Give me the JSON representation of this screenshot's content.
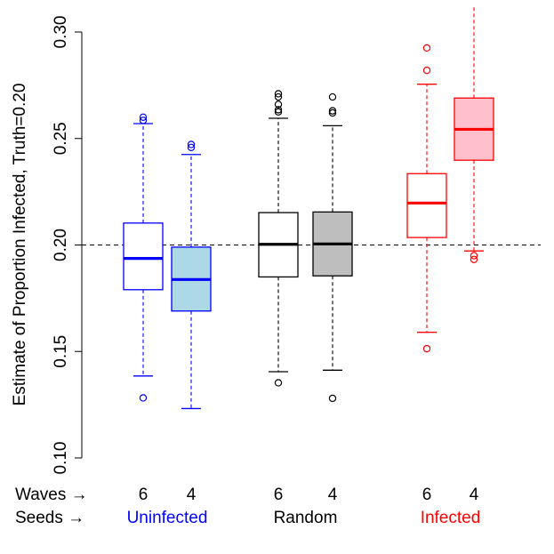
{
  "chart_data": {
    "type": "boxplot",
    "ylabel": "Estimate of Proportion Infected, Truth=0.20",
    "ylim": [
      0.1,
      0.3
    ],
    "yticks": [
      "0.10",
      "0.15",
      "0.20",
      "0.25",
      "0.30"
    ],
    "reference_line": {
      "y": 0.2,
      "style": "dashed",
      "color": "#000000"
    },
    "row_labels": {
      "waves": "Waves →",
      "seeds": "Seeds →"
    },
    "groups": [
      {
        "seeds": "Uninfected",
        "color": "#0000FF"
      },
      {
        "seeds": "Random",
        "color": "#000000"
      },
      {
        "seeds": "Infected",
        "color": "#FF0000"
      }
    ],
    "boxes": [
      {
        "group": 0,
        "waves": "6",
        "whisker_low": 0.1385,
        "q1": 0.179,
        "median": 0.1937,
        "q3": 0.2103,
        "whisker_high": 0.257,
        "outliers": [
          0.1282,
          0.2585,
          0.26
        ],
        "fill": "#FFFFFF",
        "edge": "#0000FF"
      },
      {
        "group": 0,
        "waves": "4",
        "whisker_low": 0.1232,
        "q1": 0.169,
        "median": 0.1838,
        "q3": 0.199,
        "whisker_high": 0.2425,
        "outliers": [
          0.2458,
          0.2472
        ],
        "fill": "#ADD8E6",
        "edge": "#0000FF"
      },
      {
        "group": 1,
        "waves": "6",
        "whisker_low": 0.1405,
        "q1": 0.185,
        "median": 0.2003,
        "q3": 0.2152,
        "whisker_high": 0.2595,
        "outliers": [
          0.1353,
          0.2625,
          0.2635,
          0.266,
          0.2695,
          0.271
        ],
        "fill": "#FFFFFF",
        "edge": "#000000"
      },
      {
        "group": 1,
        "waves": "4",
        "whisker_low": 0.1412,
        "q1": 0.1855,
        "median": 0.2005,
        "q3": 0.2155,
        "whisker_high": 0.256,
        "outliers": [
          0.128,
          0.262,
          0.263,
          0.2695
        ],
        "fill": "#BEBEBE",
        "edge": "#000000"
      },
      {
        "group": 2,
        "waves": "6",
        "whisker_low": 0.159,
        "q1": 0.2035,
        "median": 0.2197,
        "q3": 0.2335,
        "whisker_high": 0.2755,
        "outliers": [
          0.1513,
          0.282,
          0.2925
        ],
        "fill": "#FFFFFF",
        "edge": "#FF0000"
      },
      {
        "group": 2,
        "waves": "4",
        "whisker_low": 0.1972,
        "q1": 0.2398,
        "median": 0.2543,
        "q3": 0.269,
        "whisker_high": 0.32,
        "outliers": [
          0.1932,
          0.195
        ],
        "fill": "#FFC0CB",
        "edge": "#FF0000"
      }
    ]
  }
}
